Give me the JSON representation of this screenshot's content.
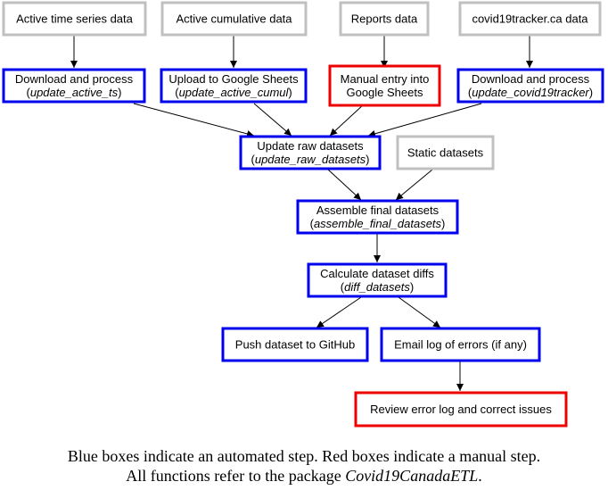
{
  "colors": {
    "automated": "#0000ee",
    "manual": "#ee0000",
    "source": "#c0c0c0",
    "arrow": "#000000"
  },
  "nodes": {
    "active_ts_data": {
      "line1": "Active time series data"
    },
    "active_cumul_data": {
      "line1": "Active cumulative data"
    },
    "reports_data": {
      "line1": "Reports data"
    },
    "covid19tracker_data": {
      "line1": "covid19tracker.ca data"
    },
    "download_active_ts": {
      "line1": "Download and process",
      "func": "update_active_ts"
    },
    "upload_sheets": {
      "line1": "Upload to Google Sheets",
      "func": "update_active_cumul"
    },
    "manual_entry": {
      "line1": "Manual entry into",
      "line2": "Google Sheets"
    },
    "download_covid19tracker": {
      "line1": "Download and process",
      "func": "update_covid19tracker"
    },
    "update_raw": {
      "line1": "Update raw datasets",
      "func": "update_raw_datasets"
    },
    "static_datasets": {
      "line1": "Static datasets"
    },
    "assemble_final": {
      "line1": "Assemble final datasets",
      "func": "assemble_final_datasets"
    },
    "calc_diffs": {
      "line1": "Calculate dataset diffs",
      "func": "diff_datasets"
    },
    "push_github": {
      "line1": "Push dataset to GitHub"
    },
    "email_log": {
      "line1": "Email log of errors (if any)"
    },
    "review_log": {
      "line1": "Review error log and correct issues"
    }
  },
  "caption": {
    "line1": "Blue boxes indicate an automated step. Red boxes indicate a manual step.",
    "line2_prefix": "All functions refer to the package ",
    "package": "Covid19CanadaETL",
    "line2_suffix": "."
  }
}
